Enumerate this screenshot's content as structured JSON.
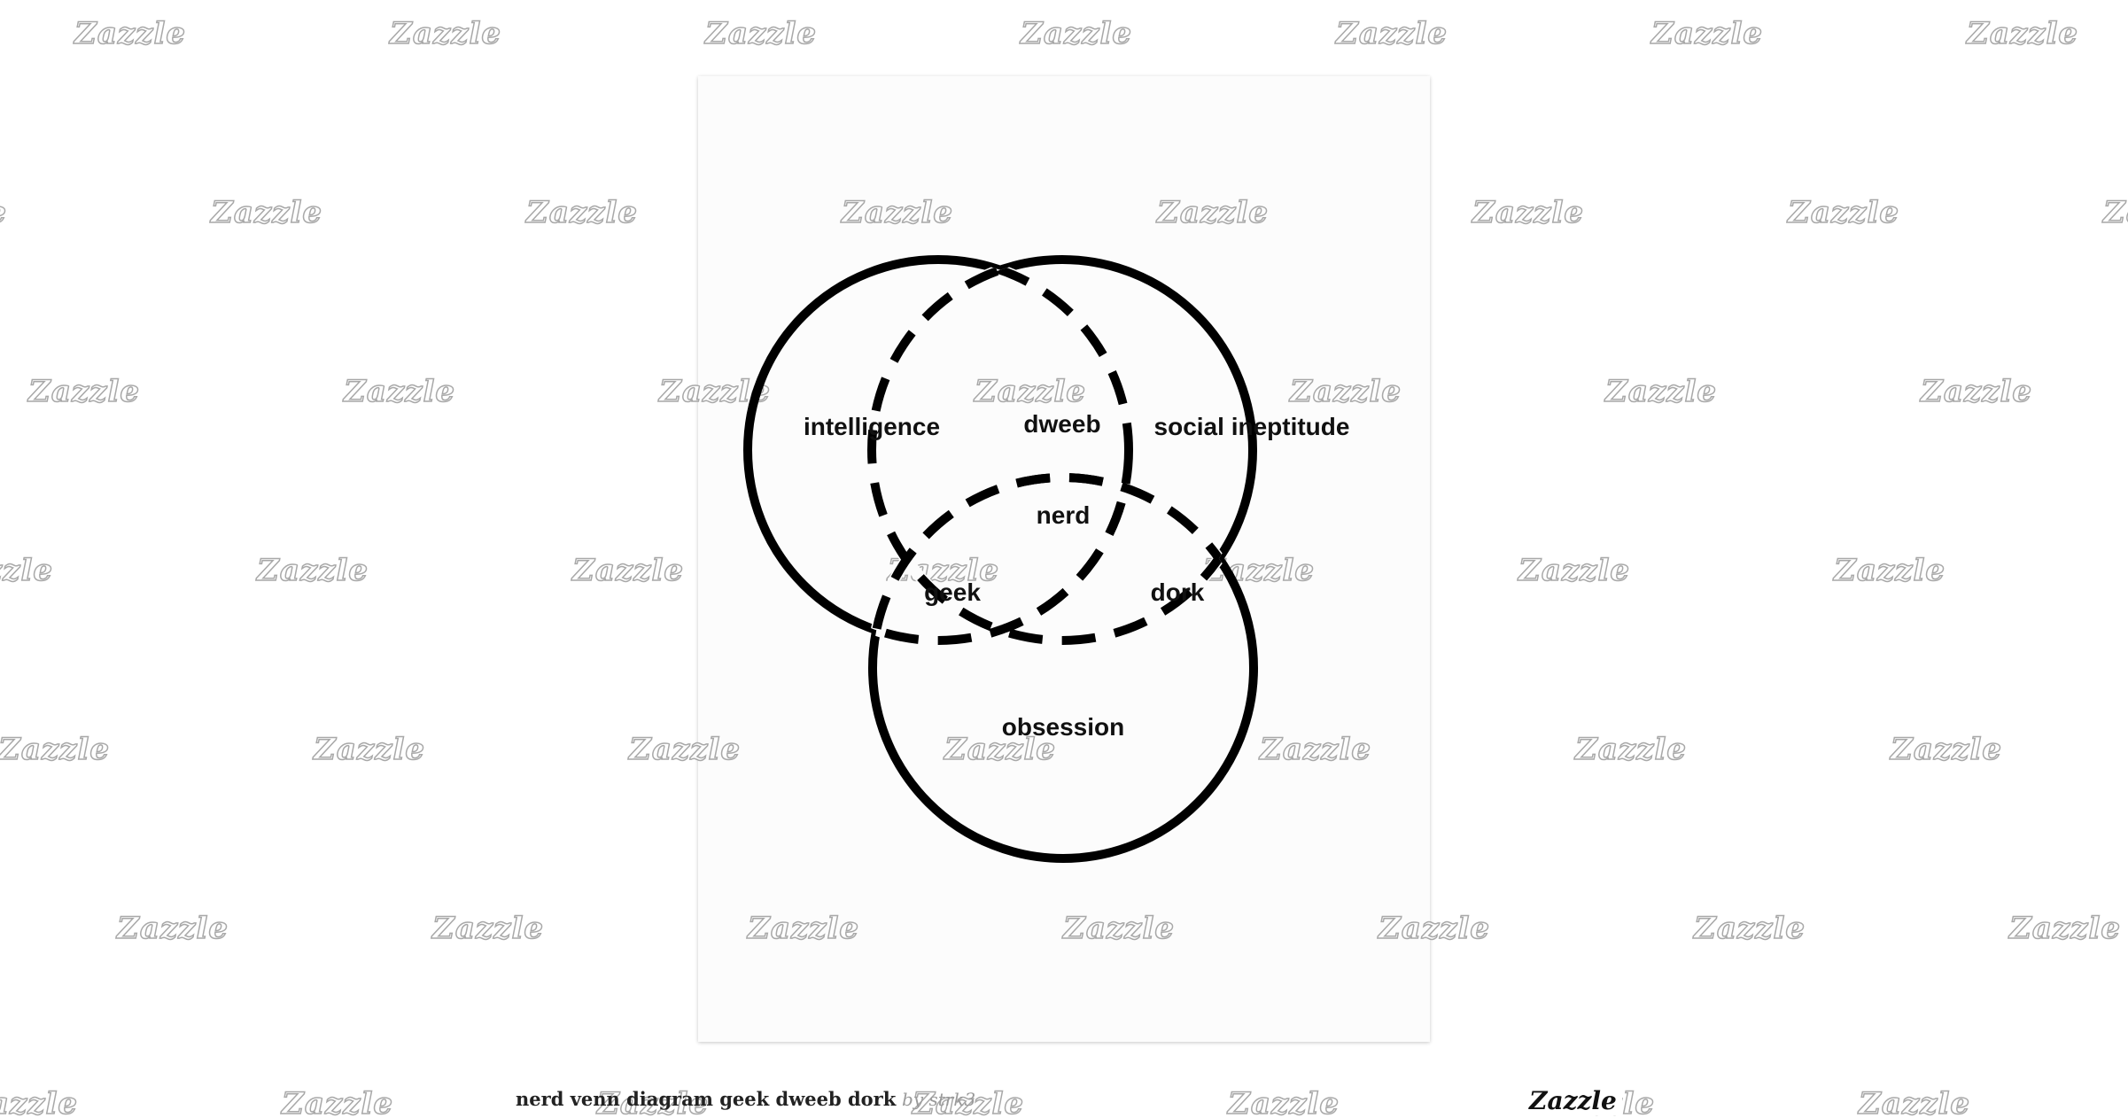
{
  "product": {
    "title": "nerd venn diagram geek dweeb dork",
    "byline": "by strk3",
    "brand": "Zazzle"
  },
  "watermark": {
    "text": "Zazzle"
  },
  "diagram": {
    "sets": {
      "intelligence": "intelligence",
      "social": "social ineptitude",
      "obsession": "obsession"
    },
    "overlaps": {
      "intelligence_social": "dweeb",
      "intelligence_obsession": "geek",
      "social_obsession": "dork",
      "all_three": "nerd"
    }
  }
}
